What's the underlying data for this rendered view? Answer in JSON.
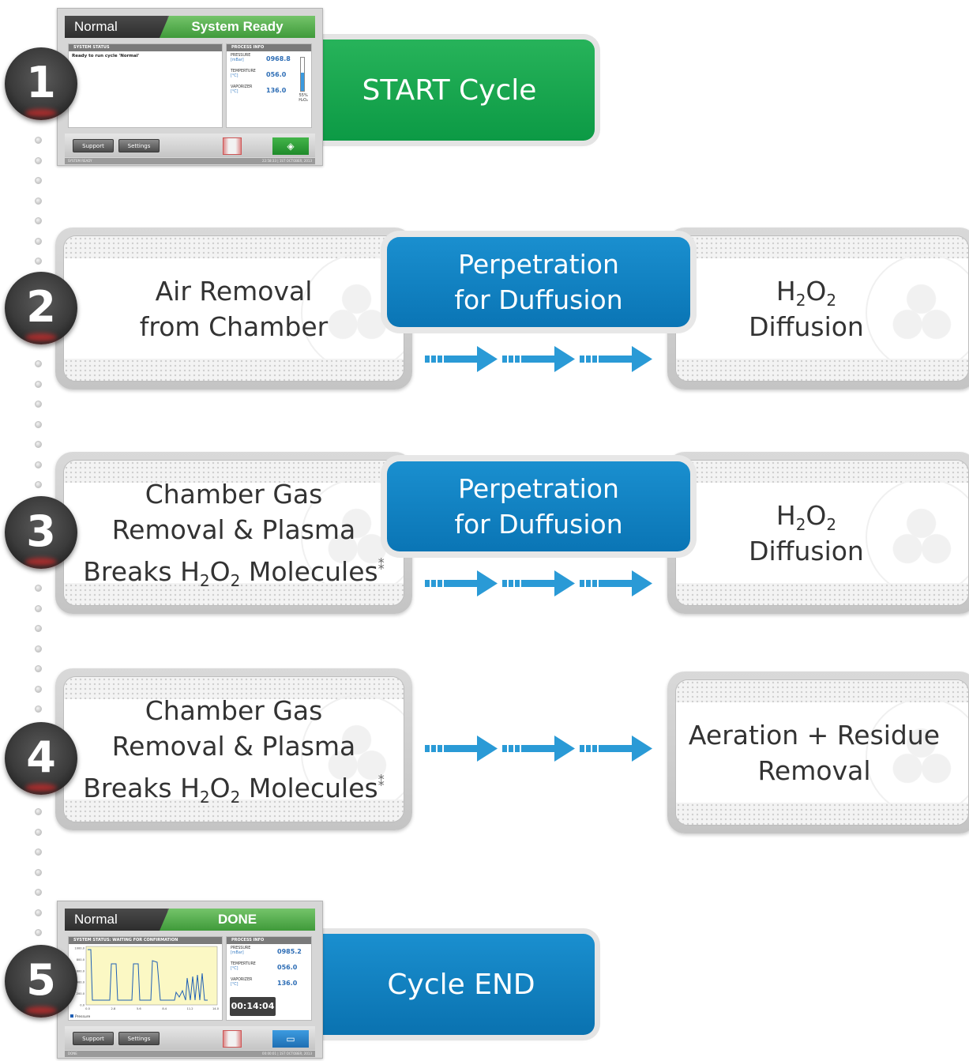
{
  "step_numbers": [
    "1",
    "2",
    "3",
    "4",
    "5"
  ],
  "screen1": {
    "mode": "Normal",
    "state": "System Ready",
    "status_title": "SYSTEM STATUS",
    "status_text": "Ready to run cycle 'Normal'",
    "process_title": "PROCESS INFO",
    "pressure_label": "PRESSURE",
    "pressure_unit": "[mBar]",
    "pressure_value": "0968.8",
    "temp_label": "TEMPERTURE",
    "temp_unit": "[°C]",
    "temp_value": "056.0",
    "vap_label": "VAPORIZER",
    "vap_unit": "[°C]",
    "vap_value": "136.0",
    "h2o2_pct": "55%",
    "h2o2_label": "H₂O₂",
    "support_label": "Support",
    "settings_label": "Settings",
    "foot_left": "SYSTEM READY",
    "foot_right": "22:58:33 | 1ST OCTOBER, 2013"
  },
  "screen5": {
    "mode": "Normal",
    "state": "DONE",
    "status_title": "SYSTEM STATUS: WAITING FOR CONFIRMATION",
    "process_title": "PROCESS INFO",
    "pressure_label": "PRESSURE",
    "pressure_unit": "[mBar]",
    "pressure_value": "0985.2",
    "temp_label": "TEMPERTURE",
    "temp_unit": "[°C]",
    "temp_value": "056.0",
    "vap_label": "VAPORIZER",
    "vap_unit": "[°C]",
    "vap_value": "136.0",
    "timer": "00:14:04",
    "legend": "Pressure",
    "x_ticks": [
      "0.0",
      "2.8",
      "5.6",
      "8.4",
      "11.2",
      "14.0"
    ],
    "y_ticks": [
      "1000.0",
      "800.0",
      "600.0",
      "400.0",
      "200.0",
      "0.0"
    ],
    "support_label": "Support",
    "settings_label": "Settings",
    "foot_left": "DONE",
    "foot_right": "00:00:01 | 1ST OCTOBER, 2013"
  },
  "banners": {
    "start": "START Cycle",
    "end": "Cycle END"
  },
  "steps": {
    "s2_left_line1": "Air Removal",
    "s2_left_line2": "from Chamber",
    "s2_prep_line1": "Perpetration",
    "s2_prep_line2": "for Duffusion",
    "s2_right_line2": "Diffusion",
    "s3_left_line1": "Chamber Gas",
    "s3_left_line2": "Removal & Plasma",
    "s3_left_line3a": "Breaks H",
    "s3_left_line3b": "O",
    "s3_left_line3c": " Molecules",
    "s3_prep_line1": "Perpetration",
    "s3_prep_line2": "for Duffusion",
    "s3_right_line2": "Diffusion",
    "s4_left_line1": "Chamber Gas",
    "s4_left_line2": "Removal & Plasma",
    "s4_left_line3a": "Breaks H",
    "s4_left_line3b": "O",
    "s4_left_line3c": " Molecules",
    "s4_right_line1": "Aeration + Residue",
    "s4_right_line2": "Removal",
    "h": "H",
    "o": "O",
    "sub2": "2",
    "asterisk": "⁑"
  },
  "colors": {
    "green": "#0fa34b",
    "blue": "#0b7bbd",
    "arrow": "#2a9ad6"
  }
}
